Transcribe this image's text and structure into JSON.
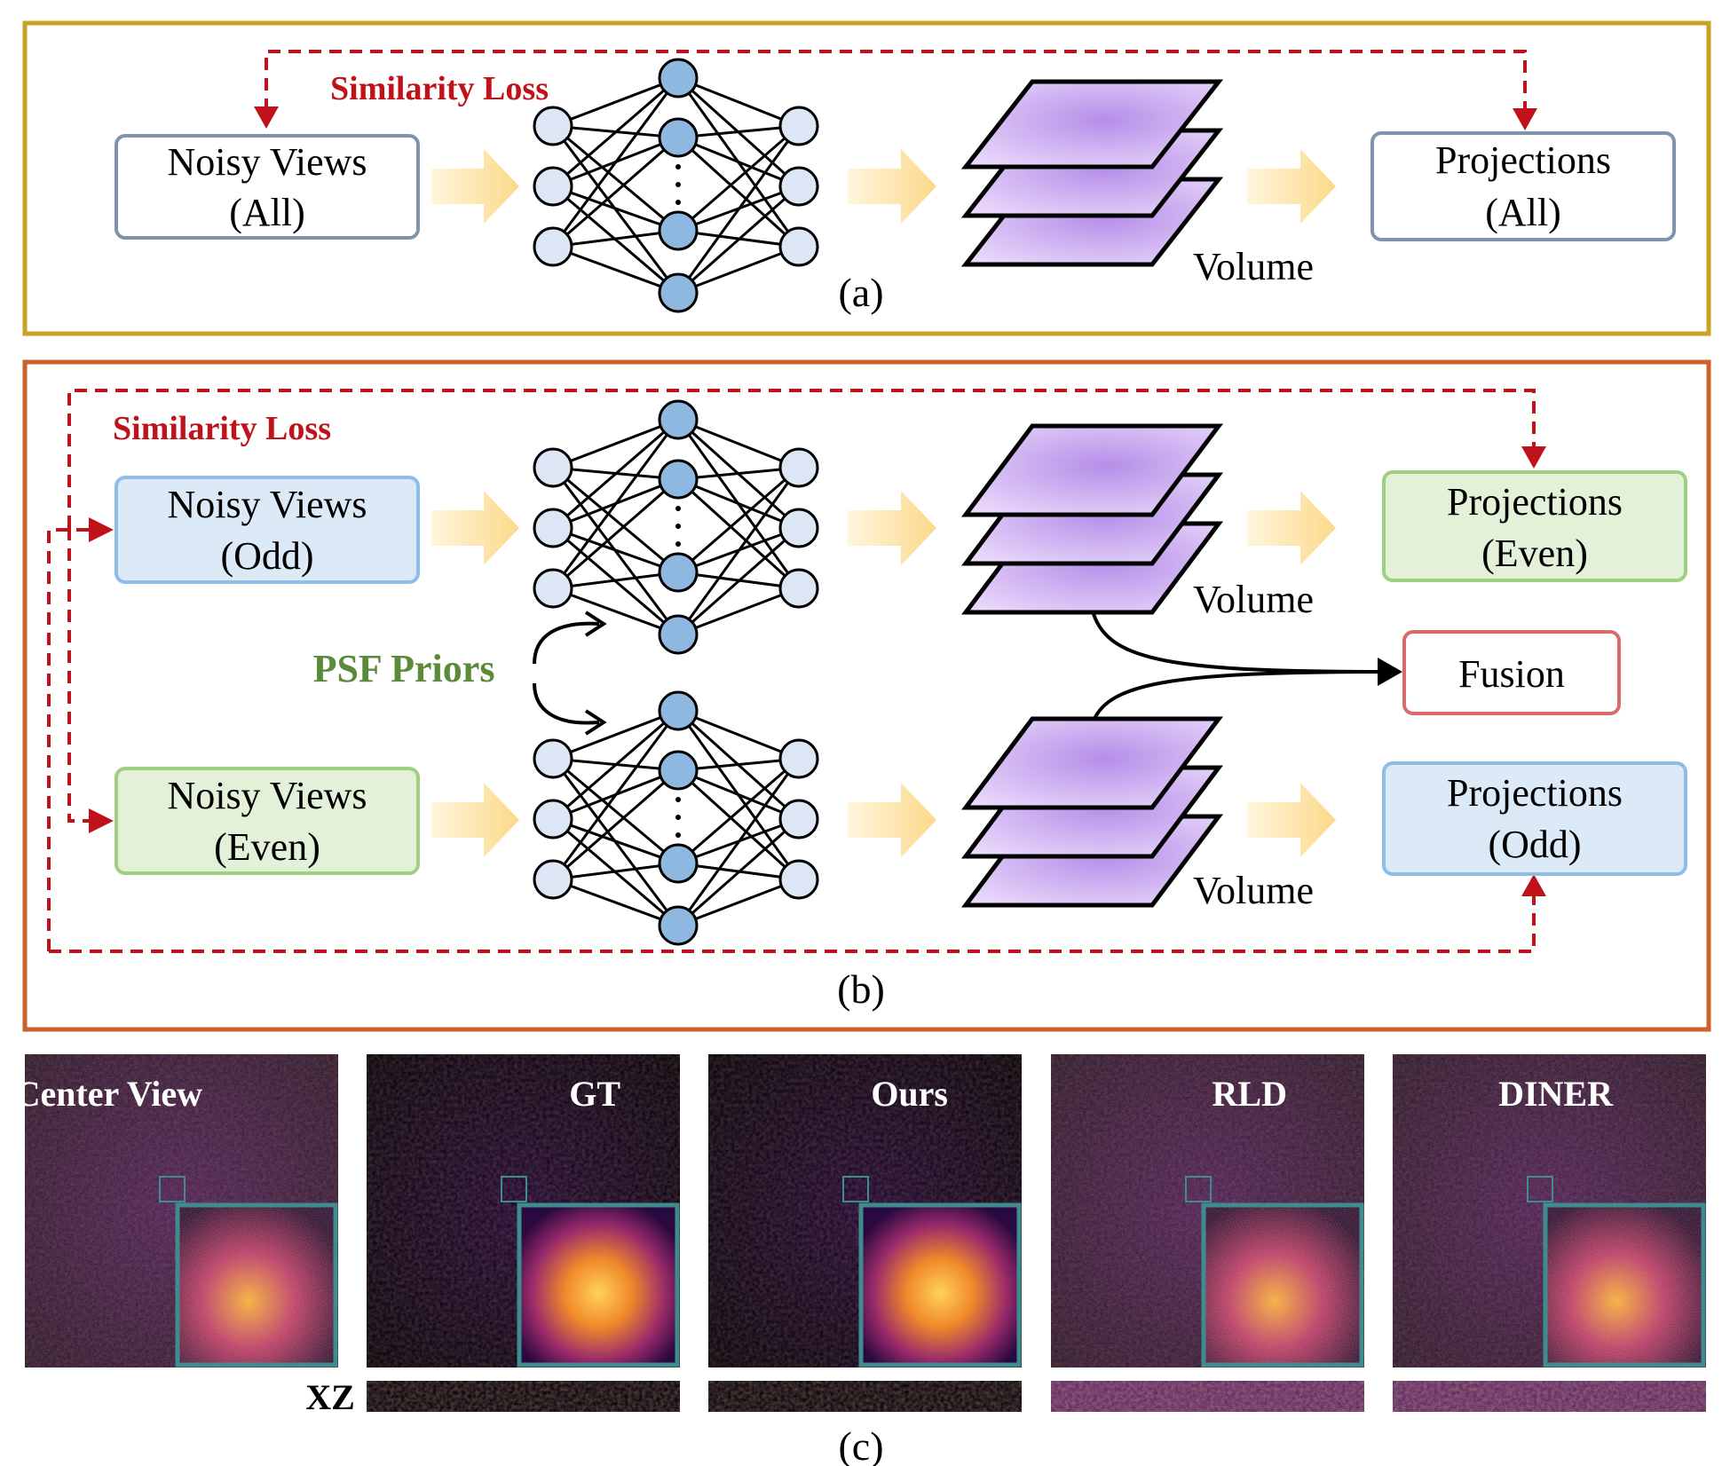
{
  "panel_a": {
    "loss_label": "Similarity Loss",
    "input_line1": "Noisy Views",
    "input_line2": "(All)",
    "volume_label": "Volume",
    "output_line1": "Projections",
    "output_line2": "(All)",
    "caption": "(a)"
  },
  "panel_b": {
    "loss_label": "Similarity Loss",
    "input_top_line1": "Noisy Views",
    "input_top_line2": "(Odd)",
    "input_bottom_line1": "Noisy Views",
    "input_bottom_line2": "(Even)",
    "prior_label": "PSF Priors",
    "volume_top_label": "Volume",
    "volume_bottom_label": "Volume",
    "output_top_line1": "Projections",
    "output_top_line2": "(Even)",
    "fusion_label": "Fusion",
    "output_bottom_line1": "Projections",
    "output_bottom_line2": "(Odd)",
    "caption": "(b)"
  },
  "panel_c": {
    "image_labels": [
      "Center View",
      "GT",
      "Ours",
      "RLD",
      "DINER"
    ],
    "xz_label": "XZ",
    "caption": "(c)"
  },
  "colors": {
    "panel_a_border": "#c9a227",
    "panel_b_border": "#c9622b",
    "loss_red": "#c0121a",
    "psf_green": "#5a8a3a",
    "blue_box_fill": "#dce9f7",
    "green_box_fill": "#e3f1d8",
    "fusion_border": "#d96b6b",
    "node_light": "#dde6f5",
    "node_dark": "#8fb8e0",
    "arrow_yellow": "#fbd98a",
    "volume_purple": "#c9a8f0",
    "inset_border": "#3f8c8f"
  }
}
